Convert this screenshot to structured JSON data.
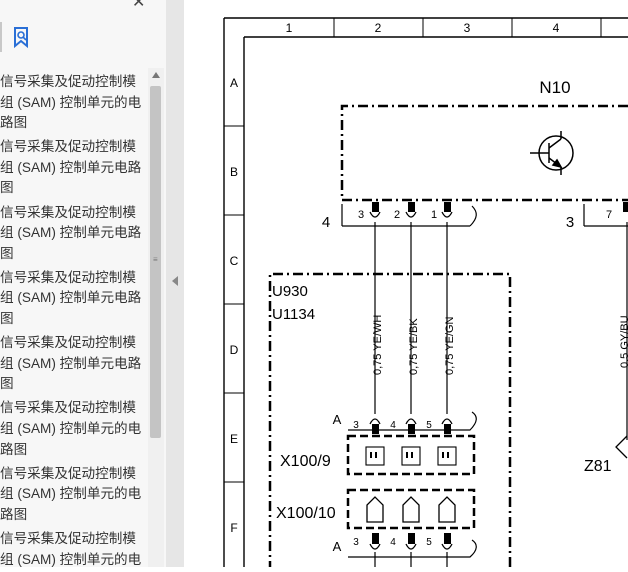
{
  "sidebar": {
    "close_glyph": "✕",
    "toc_items": [
      "信号采集及促动控制模组 (SAM) 控制单元的电路图",
      "信号采集及促动控制模组 (SAM) 控制单元电路图",
      "信号采集及促动控制模组 (SAM) 控制单元电路图",
      "信号采集及促动控制模组 (SAM) 控制单元电路图",
      "信号采集及促动控制模组 (SAM) 控制单元电路图",
      "信号采集及促动控制模组 (SAM) 控制单元的电路图",
      "信号采集及促动控制模组 (SAM) 控制单元的电路图",
      "信号采集及促动控制模组 (SAM) 控制单元的电路图"
    ],
    "grip_glyph": "≡"
  },
  "diagram": {
    "columns": [
      "1",
      "2",
      "3",
      "4"
    ],
    "rows": [
      "A",
      "B",
      "C",
      "D",
      "E",
      "F"
    ],
    "component_n10": "N10",
    "component_u930": "U930",
    "component_u1134": "U1134",
    "component_x100_9": "X100/9",
    "component_x100_10": "X100/10",
    "component_z81": "Z81",
    "plug_label_4": "4",
    "plug_label_3": "3",
    "pins_left": [
      "3",
      "2",
      "1"
    ],
    "pin_right": "7",
    "wires": [
      "0,75 YE/WH",
      "0,75 YE/BK",
      "0,75 YE/GN"
    ],
    "wire_right": "0,5 GY/BU",
    "connector_label_a": "A",
    "connector_pins": [
      "3",
      "4",
      "5"
    ]
  },
  "colors": {
    "line": "#000000",
    "sidebar_bg": "#f7f7f7",
    "bookmark_blue": "#2a6fd6"
  }
}
